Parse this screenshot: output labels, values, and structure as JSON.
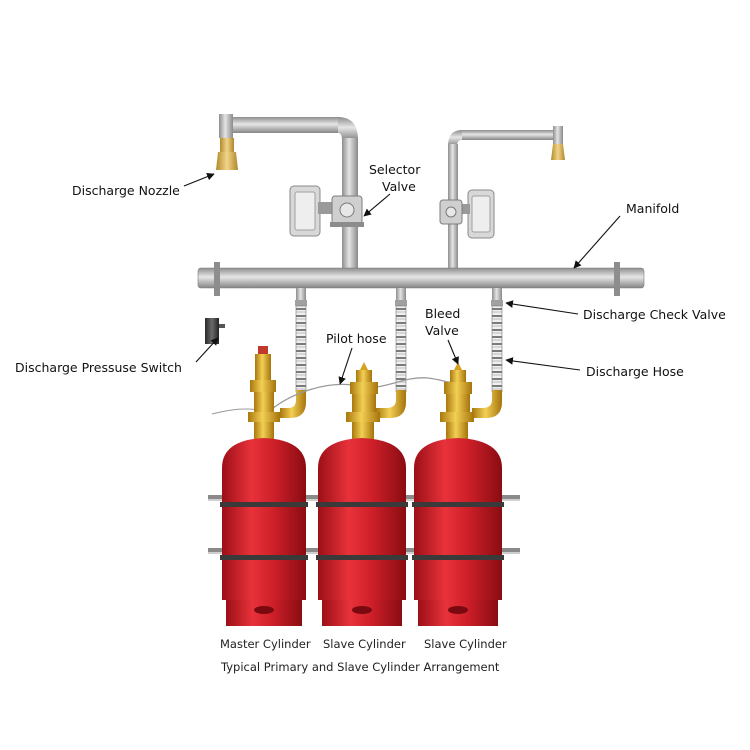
{
  "labels": {
    "discharge_nozzle": "Discharge Nozzle",
    "selector_valve": [
      "Selector",
      "Valve"
    ],
    "manifold": "Manifold",
    "discharge_check_valve": "Discharge Check Valve",
    "pilot_hose": "Pilot hose",
    "bleed_valve": [
      "Bleed",
      "Valve"
    ],
    "discharge_pressure_switch": "Discharge Pressuse Switch",
    "discharge_hose": "Discharge Hose"
  },
  "cylinders": [
    {
      "label": "Master Cylinder"
    },
    {
      "label": "Slave Cylinder"
    },
    {
      "label": "Slave Cylinder"
    }
  ],
  "caption": "Typical Primary and Slave Cylinder Arrangement",
  "colors": {
    "cylinder_red": "#d0202a",
    "valve_brass": "#d4a21e",
    "pipe_gray": "#b3b3b3"
  }
}
